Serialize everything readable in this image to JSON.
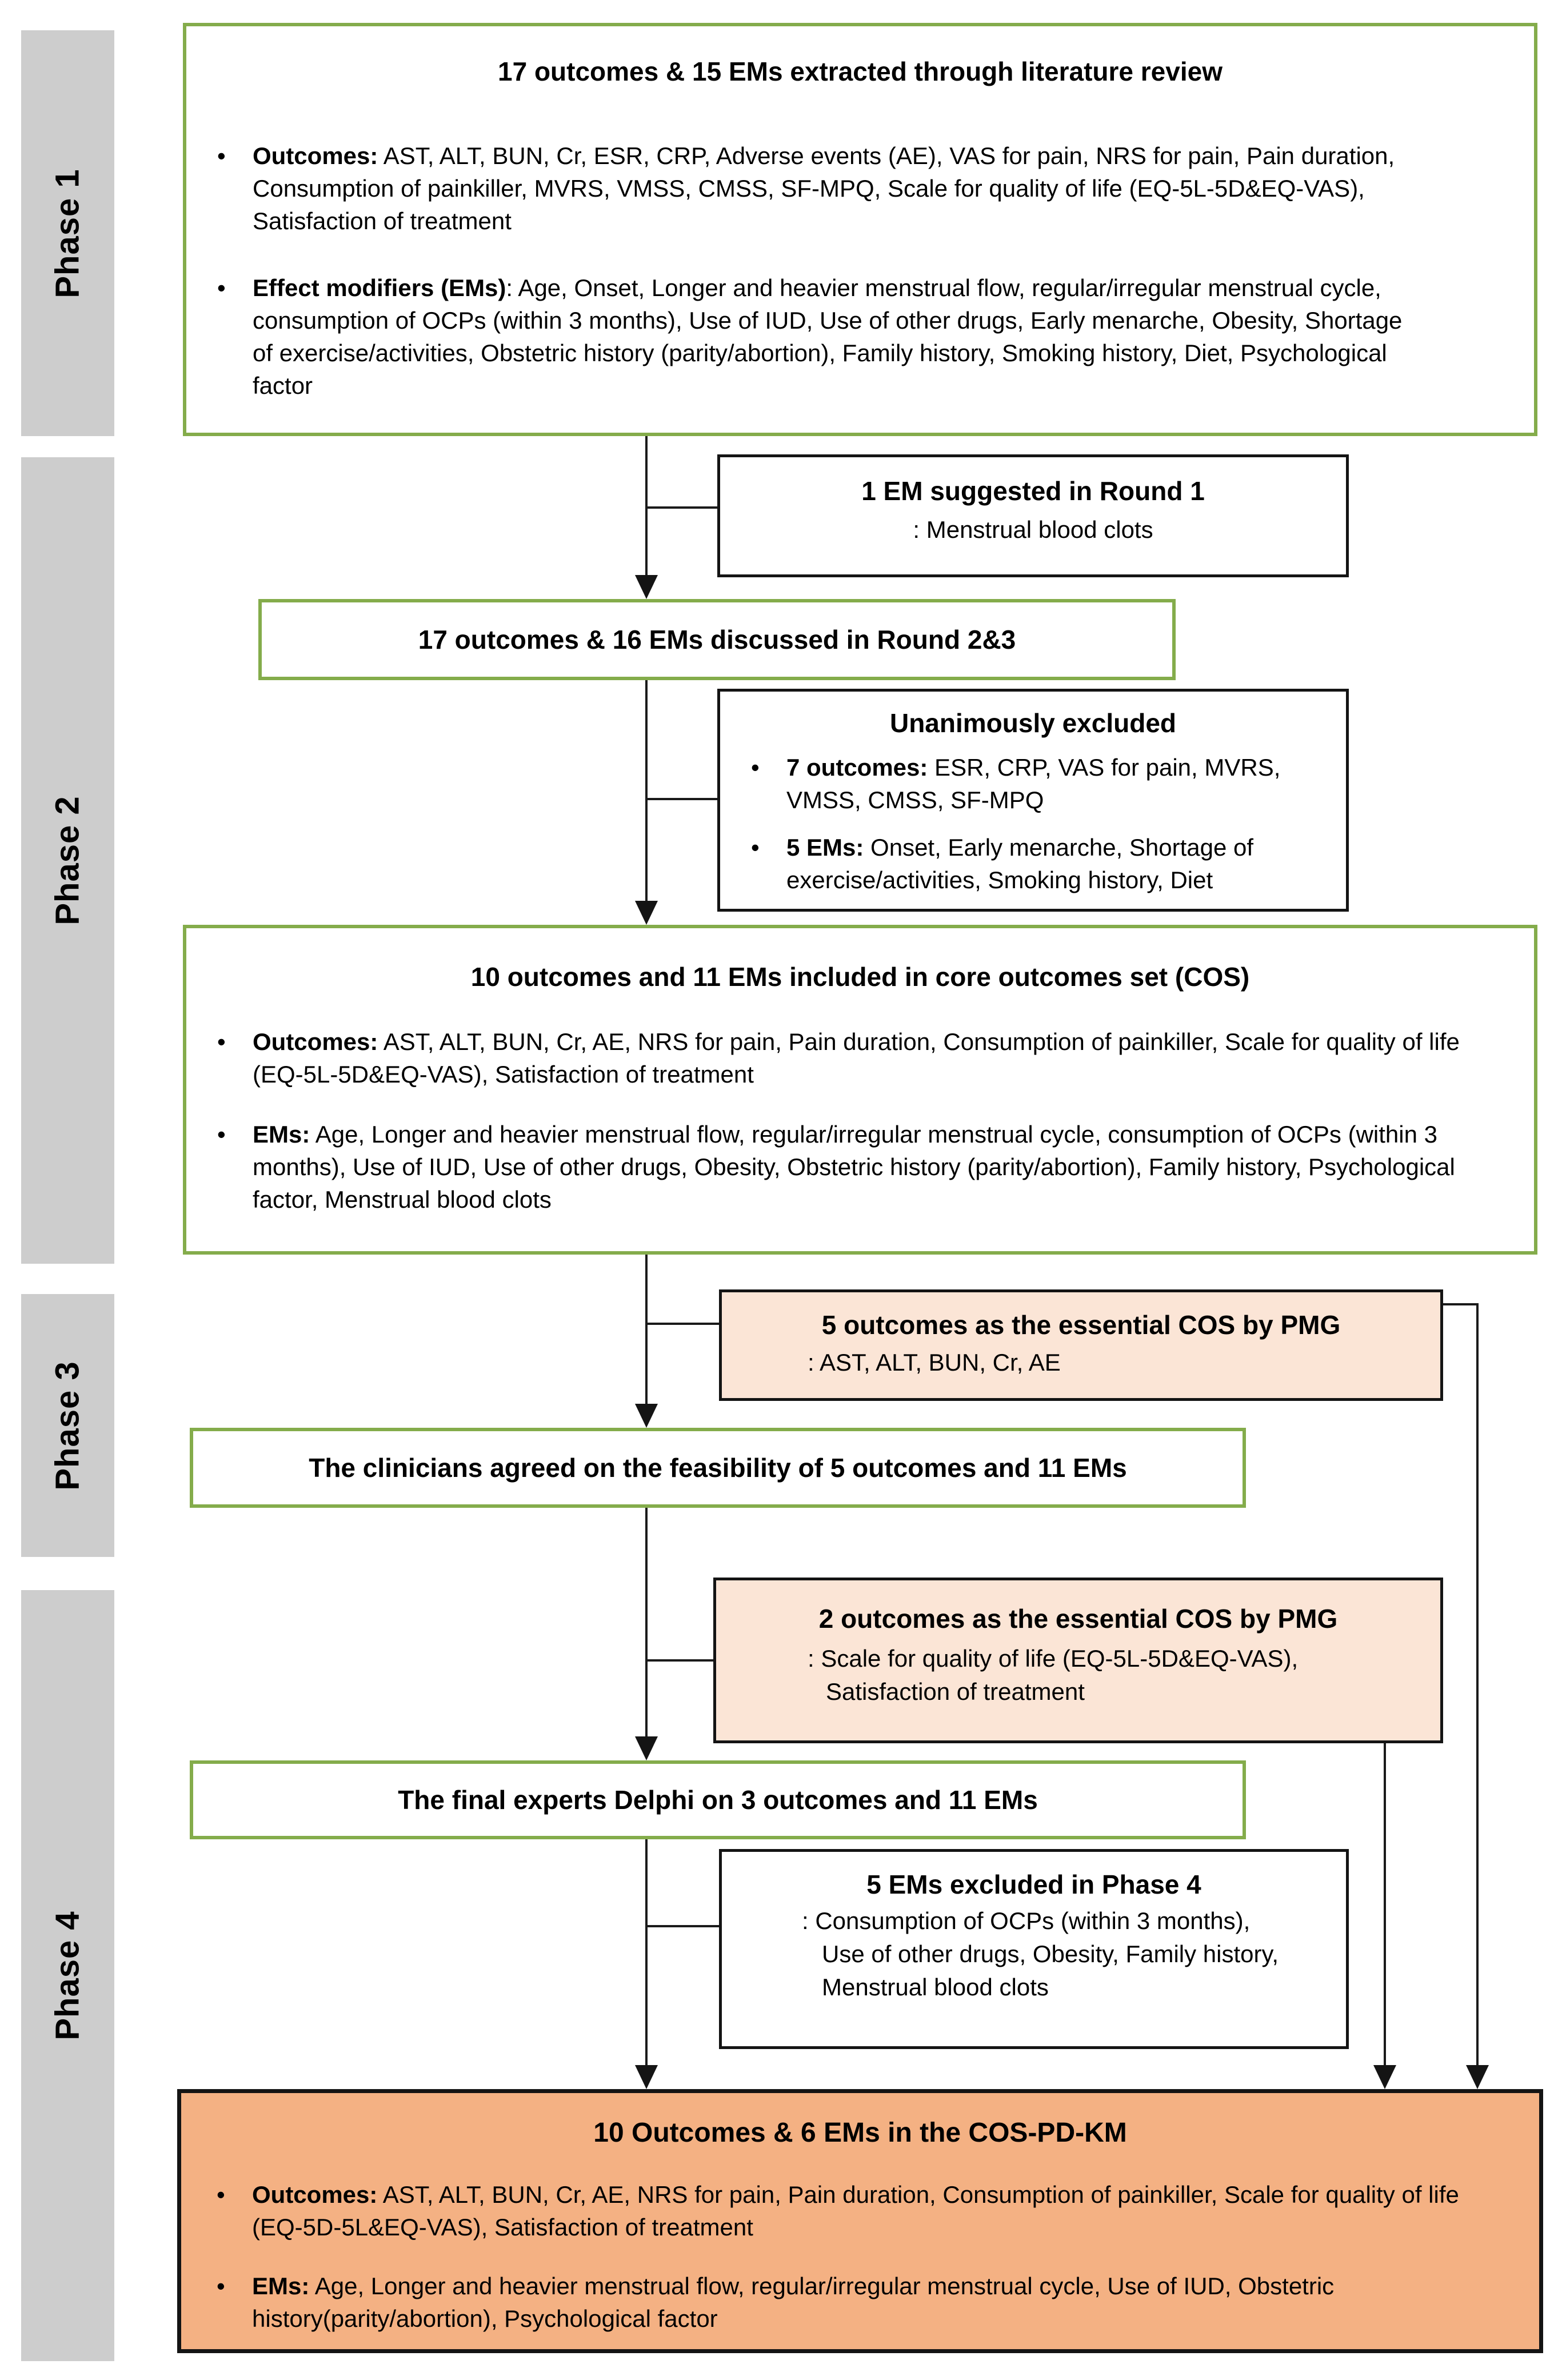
{
  "colors": {
    "green_border": "#84AC4B",
    "peach_fill": "#FBE5D6",
    "orange_fill": "#F4B183",
    "phase_bar_gray": "#CDCDCD",
    "line_black": "#1A1A1A"
  },
  "phases": [
    {
      "label": "Phase 1"
    },
    {
      "label": "Phase 2"
    },
    {
      "label": "Phase 3"
    },
    {
      "label": "Phase 4"
    }
  ],
  "boxes": {
    "literature": {
      "title": "17 outcomes & 15 EMs extracted through literature review",
      "outcomes_label": "Outcomes:",
      "outcomes_text": " AST, ALT, BUN, Cr, ESR, CRP, Adverse events (AE), VAS for pain, NRS for pain, Pain duration, Consumption of painkiller, MVRS, VMSS, CMSS, SF-MPQ, Scale for quality of life (EQ-5L-5D&EQ-VAS), Satisfaction of treatment",
      "ems_label": "Effect modifiers (EMs)",
      "ems_text": ": Age, Onset, Longer and heavier menstrual flow, regular/irregular menstrual cycle, consumption of OCPs (within 3 months), Use of IUD, Use of other drugs, Early menarche, Obesity, Shortage of exercise/activities, Obstetric history (parity/abortion), Family history, Smoking history, Diet, Psychological factor"
    },
    "round1": {
      "title": "1 EM suggested in Round 1",
      "content": ": Menstrual blood clots"
    },
    "round23": {
      "title": "17 outcomes & 16 EMs discussed in Round 2&3"
    },
    "excluded": {
      "title": "Unanimously excluded",
      "outcomes_label": "7 outcomes:",
      "outcomes_text": " ESR, CRP, VAS for pain, MVRS, VMSS, CMSS, SF-MPQ",
      "ems_label": "5 EMs:",
      "ems_text": " Onset, Early menarche, Shortage of exercise/activities, Smoking history, Diet"
    },
    "cos": {
      "title": "10 outcomes and 11 EMs included in core outcomes set (COS)",
      "outcomes_label": "Outcomes:",
      "outcomes_text": " AST, ALT, BUN, Cr, AE, NRS for pain, Pain duration, Consumption of painkiller, Scale for quality of life (EQ-5L-5D&EQ-VAS), Satisfaction of treatment",
      "ems_label": "EMs:",
      "ems_text": " Age, Longer and heavier menstrual flow, regular/irregular menstrual cycle, consumption of OCPs (within 3 months), Use of IUD, Use of other drugs, Obesity, Obstetric history (parity/abortion), Family history, Psychological factor, Menstrual blood clots"
    },
    "pmg5": {
      "title": "5 outcomes as the essential COS by PMG",
      "content": ": AST, ALT, BUN, Cr, AE"
    },
    "clinicians": {
      "title": "The clinicians agreed on the feasibility of 5 outcomes and 11 EMs"
    },
    "pmg2": {
      "title": "2 outcomes as the essential COS by PMG",
      "content": ": Scale for quality of life (EQ-5L-5D&EQ-VAS),\nSatisfaction of treatment"
    },
    "delphi": {
      "title": "The final experts Delphi on 3 outcomes and 11 EMs"
    },
    "excluded4": {
      "title": "5 EMs excluded in Phase 4",
      "content": ": Consumption of OCPs (within 3 months),\nUse of other drugs, Obesity, Family history,\nMenstrual blood clots"
    },
    "final": {
      "title": "10 Outcomes & 6 EMs in the COS-PD-KM",
      "outcomes_label": "Outcomes:",
      "outcomes_text": " AST, ALT, BUN, Cr, AE, NRS for pain, Pain duration, Consumption of painkiller, Scale for quality of life (EQ-5D-5L&EQ-VAS), Satisfaction of treatment",
      "ems_label": "EMs:",
      "ems_text": " Age, Longer and heavier menstrual flow, regular/irregular menstrual cycle, Use of IUD, Obstetric history(parity/abortion), Psychological factor"
    }
  }
}
